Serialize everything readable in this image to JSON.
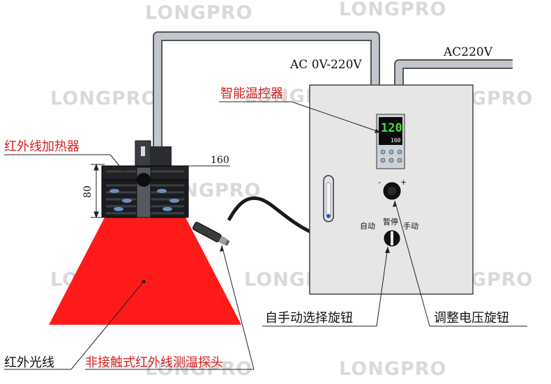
{
  "watermark": "LONGPRO",
  "labels": {
    "heater": "红外线加热器",
    "controller": "智能温控器",
    "power_left": "AC 0V-220V",
    "power_right": "AC220V",
    "selector_knob": "自手动选择旋钮",
    "voltage_knob": "调整电压旋钮",
    "infrared_light": "红外光线",
    "probe": "非接触式红外线测温探头"
  },
  "dimensions": {
    "width": "160",
    "height": "80"
  },
  "controller_display": {
    "pv": "120",
    "sv": "160"
  },
  "panel": {
    "minus": "-",
    "plus": "+",
    "pause": "暂停",
    "auto": "自动",
    "manual": "手动"
  },
  "colors": {
    "beam": "#ff1a1a",
    "cabinet": "#e6e6e6",
    "pipe": "#bfc4cc",
    "label_red": "#d42020"
  },
  "icons": {
    "heater": "infrared-heater-icon",
    "probe": "temperature-probe-icon",
    "controller": "temperature-controller-icon"
  }
}
